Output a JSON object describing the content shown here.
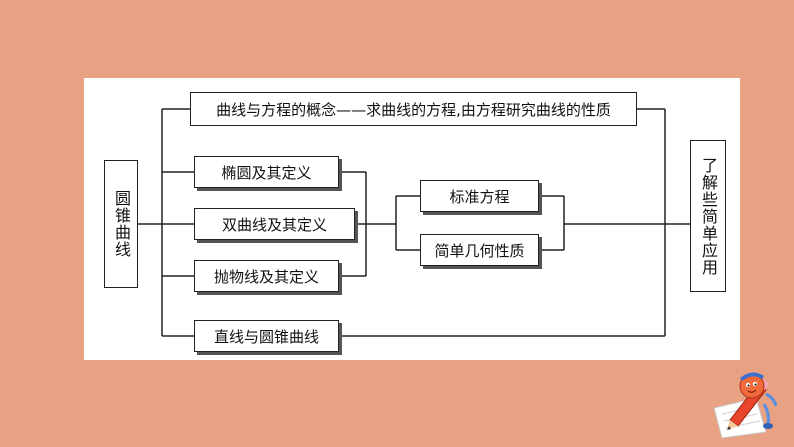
{
  "diagram": {
    "root": "圆锥曲线",
    "concept": "曲线与方程的概念——求曲线的方程,由方程研究曲线的性质",
    "curves": [
      "椭圆及其定义",
      "双曲线及其定义",
      "抛物线及其定义"
    ],
    "properties": [
      "标准方程",
      "简单几何性质"
    ],
    "line_relation": "直线与圆锥曲线",
    "application": "了解些简单应用"
  },
  "colors": {
    "background": "#E8A283",
    "panel": "#FFFFFF",
    "border": "#222222"
  },
  "decoration": {
    "icon": "pencil-mascot-icon"
  }
}
